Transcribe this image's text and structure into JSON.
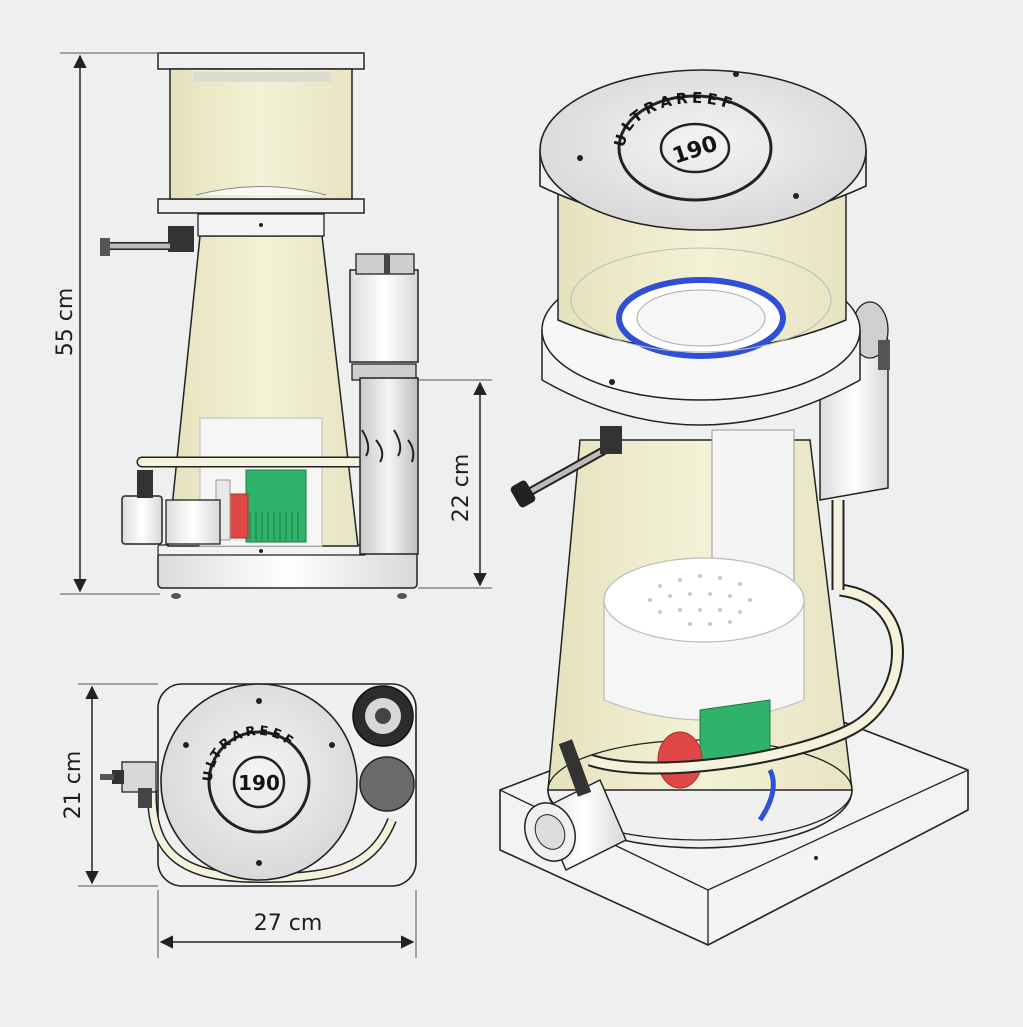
{
  "dimensions": {
    "height_total": "55 cm",
    "height_pump": "22 cm",
    "depth": "21 cm",
    "width": "27 cm"
  },
  "logo": {
    "brand": "ULTRAREEF",
    "model": "190"
  },
  "colors": {
    "background": "#eef0f0",
    "acrylic_body": "#f1efcf",
    "pump_impeller": "#2fb36a",
    "pump_rotor_red": "#e04747",
    "seal_ring_blue": "#2f4fd8",
    "outline": "#222222"
  }
}
